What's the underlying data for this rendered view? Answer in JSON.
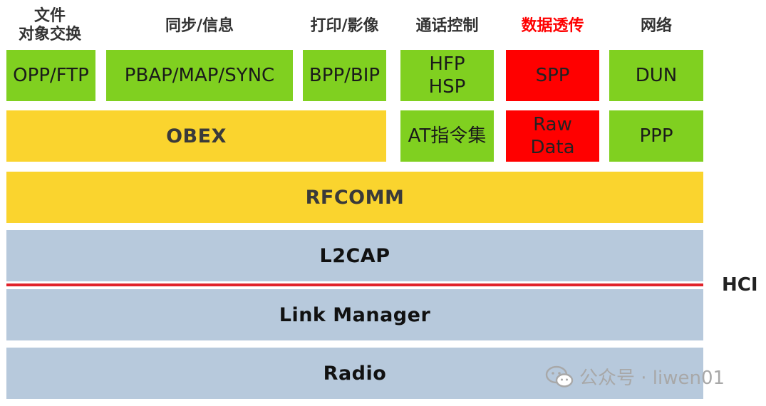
{
  "headers": [
    {
      "lines": [
        "文件",
        "对象交换"
      ],
      "color": "#333333"
    },
    {
      "lines": [
        "同步/信息"
      ],
      "color": "#333333"
    },
    {
      "lines": [
        "打印/影像"
      ],
      "color": "#333333"
    },
    {
      "lines": [
        "通话控制"
      ],
      "color": "#333333"
    },
    {
      "lines": [
        "数据透传"
      ],
      "color": "#ff0000"
    },
    {
      "lines": [
        "网络"
      ],
      "color": "#333333"
    }
  ],
  "profiles": [
    {
      "lines": [
        "OPP/FTP"
      ],
      "color": "#80d020"
    },
    {
      "lines": [
        "PBAP/MAP/SYNC"
      ],
      "color": "#80d020"
    },
    {
      "lines": [
        "BPP/BIP"
      ],
      "color": "#80d020"
    },
    {
      "lines": [
        "HFP",
        "HSP"
      ],
      "color": "#80d020"
    },
    {
      "lines": [
        "SPP"
      ],
      "color": "#ff0000"
    },
    {
      "lines": [
        "DUN"
      ],
      "color": "#80d020"
    }
  ],
  "protocols": {
    "obex": "OBEX",
    "at": "AT指令集",
    "raw": [
      "Raw",
      "Data"
    ],
    "ppp": "PPP"
  },
  "layers": {
    "rfcomm": "RFCOMM",
    "l2cap": "L2CAP",
    "link_manager": "Link Manager",
    "radio": "Radio"
  },
  "hci_label": "HCI",
  "watermark": {
    "icon": "wechat-icon",
    "text": "公众号 · liwen01"
  },
  "colors": {
    "profile_green": "#80d020",
    "highlight_red": "#ff0000",
    "obex_yellow": "#fad42e",
    "lower_blue": "#b7c9dc",
    "hci_line": "#e0222a"
  }
}
